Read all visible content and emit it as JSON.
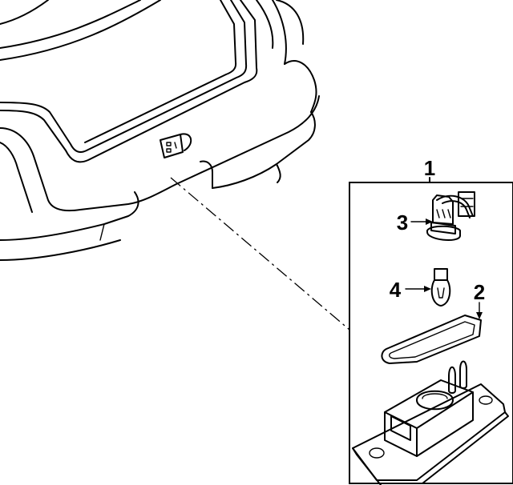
{
  "callouts": {
    "assembly": "1",
    "gasket": "2",
    "socket": "3",
    "bulb": "4"
  },
  "colors": {
    "line": "#000000",
    "background": "#ffffff"
  }
}
